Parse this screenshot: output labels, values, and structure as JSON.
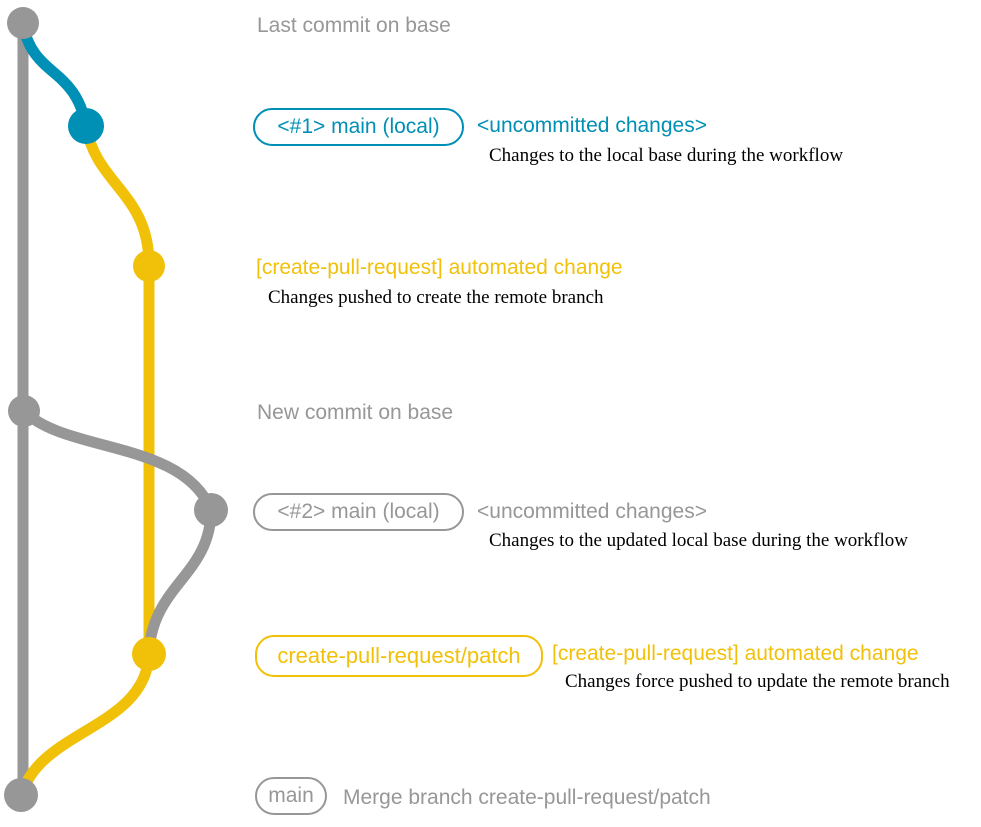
{
  "diagram": {
    "colors": {
      "base_branch": "#979797",
      "local_branch": "#008fb5",
      "remote_branch": "#f1c109",
      "note_text": "#000000",
      "background": "#ffffff"
    },
    "rows": [
      {
        "message": "Last commit on base"
      },
      {
        "label": "<#1> main (local)",
        "message": "<uncommitted changes>",
        "note": "Changes to the local base during the workflow"
      },
      {
        "message": "[create-pull-request] automated change",
        "note": "Changes pushed to create the remote branch"
      },
      {
        "message": "New commit on base"
      },
      {
        "label": "<#2> main (local)",
        "message": "<uncommitted changes>",
        "note": "Changes to the updated local base during the workflow"
      },
      {
        "label": "create-pull-request/patch",
        "message": "[create-pull-request] automated change",
        "note": "Changes force pushed to update the remote branch"
      },
      {
        "label": "main",
        "message": "Merge branch create-pull-request/patch"
      }
    ]
  }
}
